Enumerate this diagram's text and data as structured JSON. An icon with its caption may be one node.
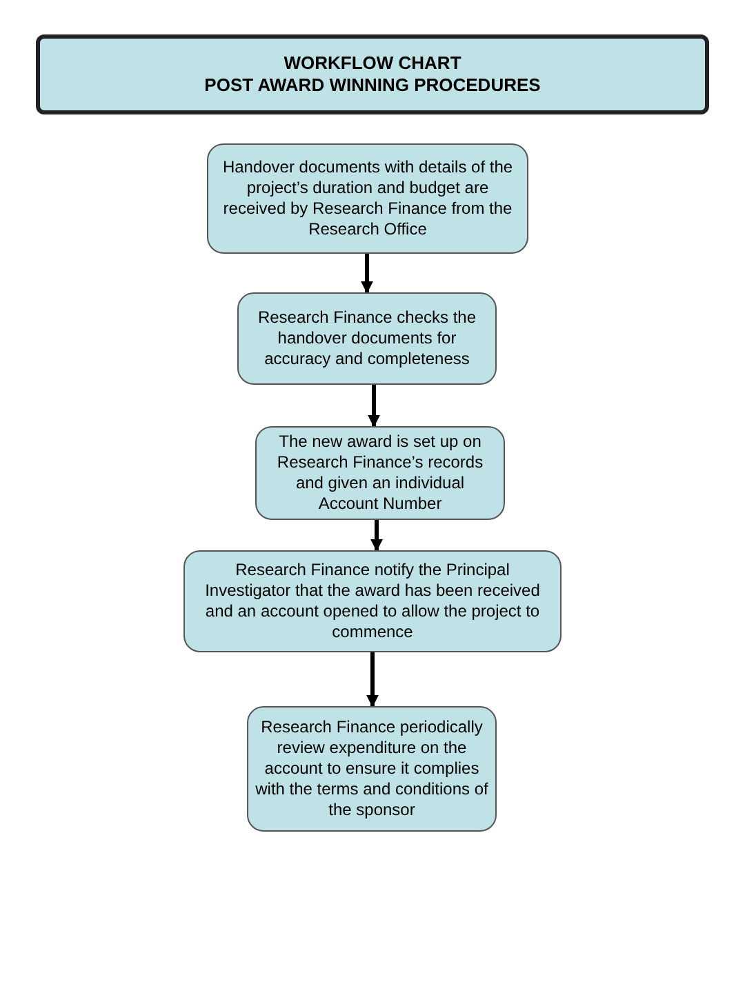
{
  "diagram": {
    "nodes": [
      {
        "text": [
          "WORKFLOW CHART",
          "POST AWARD WINNING PROCEDURES"
        ]
      },
      {
        "text": [
          "Handover documents with details of the project’s duration and budget are received by Research Finance from the Research Office"
        ]
      },
      {
        "text": [
          "Research Finance checks the handover documents for accuracy and completeness"
        ]
      },
      {
        "text": [
          "The new award is set up on Research Finance’s records and given an individual Account Number"
        ]
      },
      {
        "text": [
          "Research Finance notify the Principal Investigator that the award has been received and an account opened to allow the project to commence"
        ]
      },
      {
        "text": [
          "Research Finance periodically review expenditure on the account to ensure it complies with the terms and conditions of the sponsor"
        ]
      }
    ],
    "edges": [
      {
        "from": 1,
        "to": 2,
        "arrow": "to"
      },
      {
        "from": 2,
        "to": 3,
        "arrow": "to"
      },
      {
        "from": 3,
        "to": 4,
        "arrow": "to"
      },
      {
        "from": 4,
        "to": 5,
        "arrow": "to"
      }
    ]
  }
}
